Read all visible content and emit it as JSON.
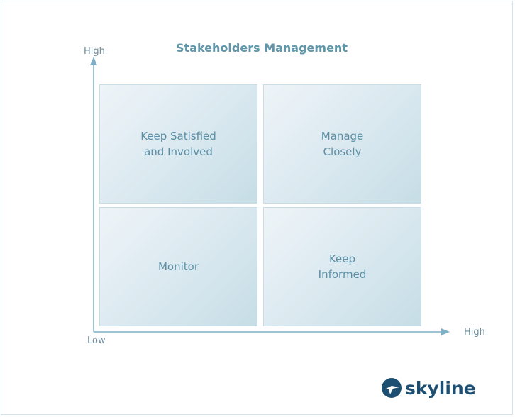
{
  "diagram": {
    "title": "Stakeholders Management",
    "y_axis": {
      "high_label": "High",
      "low_label": "Low"
    },
    "x_axis": {
      "high_label": "High"
    },
    "quadrants": {
      "top_left": "Keep Satisfied\nand Involved",
      "top_right": "Manage\nClosely",
      "bottom_left": "Monitor",
      "bottom_right": "Keep\nInformed"
    }
  },
  "brand": {
    "name": "skyline",
    "color": "#1d4f73",
    "icon": "skyline-logo-icon"
  },
  "colors": {
    "title": "#5f96aa",
    "axis": "#7fb0c6",
    "quadrant_text": "#5b8fa5"
  }
}
